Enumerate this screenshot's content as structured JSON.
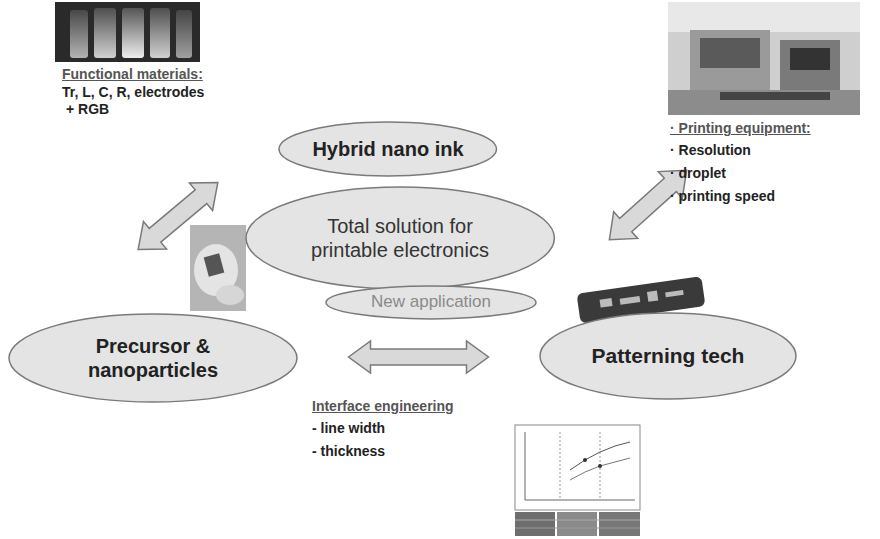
{
  "diagram": {
    "nodes": [
      {
        "text": [
          "Hybrid nano ink"
        ]
      },
      {
        "text": [
          "Total solution for printable electronics"
        ]
      },
      {
        "text": [
          "New application"
        ]
      },
      {
        "text": [
          "Precursor & nanoparticles"
        ]
      },
      {
        "text": [
          "Patterning tech"
        ]
      }
    ],
    "edges": [
      {
        "from": 3,
        "to": 4,
        "arrow": "both"
      }
    ],
    "labels": [
      "Functional materials:",
      "Tr, L, C, R, electrodes",
      "+ RGB",
      "· Printing equipment:",
      "· Resolution",
      "· droplet",
      "· printing speed",
      "Interface engineering",
      "- line width",
      "- thickness"
    ]
  }
}
